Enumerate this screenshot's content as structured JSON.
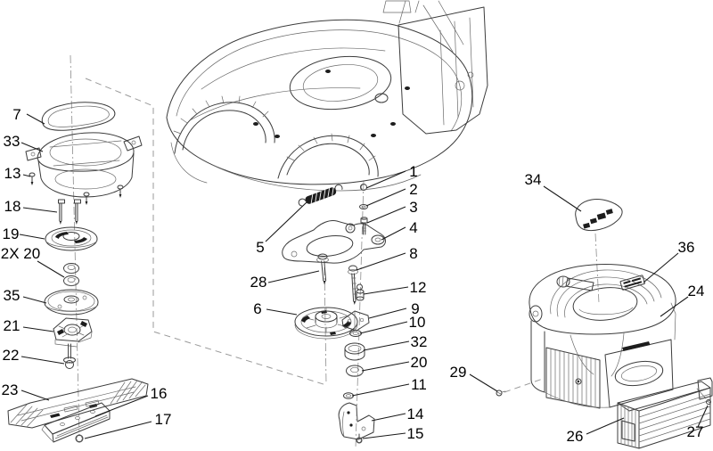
{
  "diagram": {
    "kind": "exploded-parts-diagram",
    "background_color": "#ffffff",
    "line_color": "#3c3c3c",
    "label_color": "#000000"
  },
  "callouts": {
    "n7": "7",
    "n33": "33",
    "n13": "13",
    "n18": "18",
    "n19": "19",
    "n2x20": "2X 20",
    "n35": "35",
    "n21": "21",
    "n22": "22",
    "n23": "23",
    "n16": "16",
    "n17": "17",
    "n5": "5",
    "n28": "28",
    "n6": "6",
    "n1": "1",
    "n2": "2",
    "n3": "3",
    "n4": "4",
    "n8": "8",
    "n12": "12",
    "n9": "9",
    "n10": "10",
    "n32": "32",
    "n20": "20",
    "n11": "11",
    "n14": "14",
    "n15": "15",
    "n34": "34",
    "n36": "36",
    "n24": "24",
    "n29": "29",
    "n26": "26",
    "n27": "27"
  }
}
